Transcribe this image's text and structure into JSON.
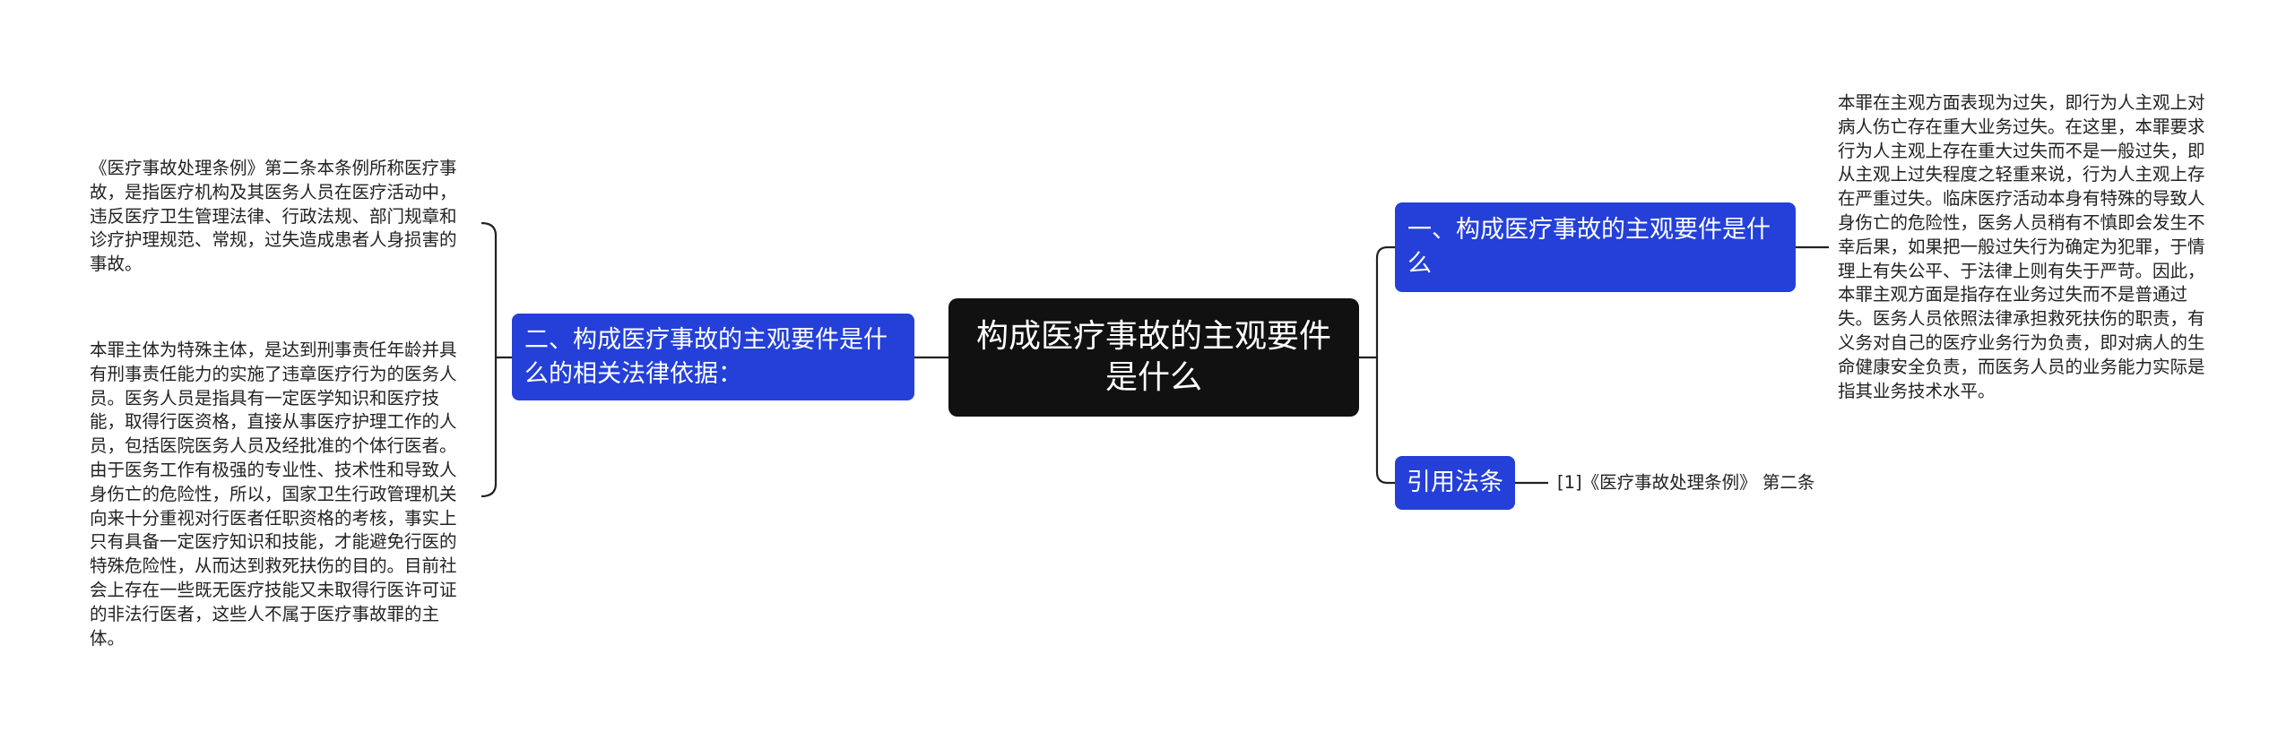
{
  "root": {
    "title": "构成医疗事故的主观要件是什么"
  },
  "branches": {
    "subjective": {
      "title": "一、构成医疗事故的主观要件是什么",
      "text": "本罪在主观方面表现为过失，即行为人主观上对病人伤亡存在重大业务过失。在这里，本罪要求行为人主观上存在重大过失而不是一般过失，即从主观上过失程度之轻重来说，行为人主观上存在严重过失。临床医疗活动本身有特殊的导致人身伤亡的危险性，医务人员稍有不慎即会发生不幸后果，如果把一般过失行为确定为犯罪，于情理上有失公平、于法律上则有失于严苛。因此，本罪主观方面是指存在业务过失而不是普通过失。医务人员依照法律承担救死扶伤的职责，有义务对自己的医疗业务行为负责，即对病人的生命健康安全负责，而医务人员的业务能力实际是指其业务技术水平。"
    },
    "legal_basis": {
      "title": "二、构成医疗事故的主观要件是什么的相关法律依据：",
      "items": [
        "《医疗事故处理条例》第二条本条例所称医疗事故，是指医疗机构及其医务人员在医疗活动中，违反医疗卫生管理法律、行政法规、部门规章和诊疗护理规范、常规，过失造成患者人身损害的事故。",
        "本罪主体为特殊主体，是达到刑事责任年龄并具有刑事责任能力的实施了违章医疗行为的医务人员。医务人员是指具有一定医学知识和医疗技能，取得行医资格，直接从事医疗护理工作的人员，包括医院医务人员及经批准的个体行医者。由于医务工作有极强的专业性、技术性和导致人身伤亡的危险性，所以，国家卫生行政管理机关向来十分重视对行医者任职资格的考核，事实上只有具备一定医疗知识和技能，才能避免行医的特殊危险性，从而达到救死扶伤的目的。目前社会上存在一些既无医疗技能又未取得行医许可证的非法行医者，这些人不属于医疗事故罪的主体。"
      ]
    },
    "citation": {
      "title": "引用法条",
      "text": "[1]《医疗事故处理条例》 第二条"
    }
  },
  "colors": {
    "root_bg": "#111111",
    "branch_bg": "#2440d8",
    "line": "#222222",
    "text": "#222222"
  }
}
